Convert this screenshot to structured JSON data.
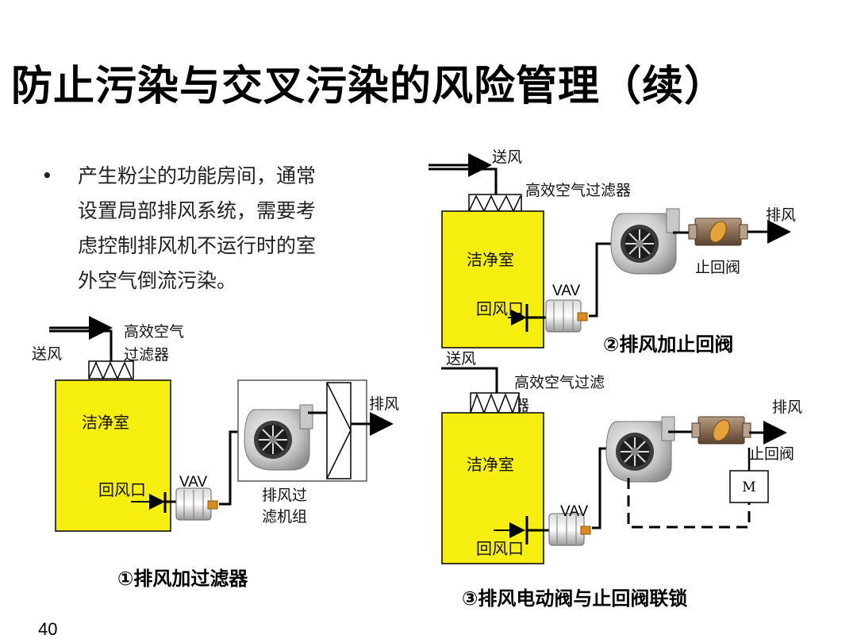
{
  "title": "防止污染与交叉污染的风险管理（续）",
  "bullet": {
    "marker": "•",
    "lines": [
      "产生粉尘的功能房间，通常",
      "设置局部排风系统，需要考",
      "虑控制排风机不运行时的室",
      "外空气倒流污染。"
    ]
  },
  "page_number": "40",
  "colors": {
    "clean_room": "#f5ee0f",
    "line": "#000000"
  },
  "diagram1": {
    "supply": "送风",
    "filter": [
      "高效空气",
      "过滤器"
    ],
    "room": "洁净室",
    "return": "回风口",
    "vav": "VAV",
    "exhaust": "排风",
    "unit": [
      "排风过",
      "滤机组"
    ],
    "caption": "①排风加过滤器"
  },
  "diagram2": {
    "supply": "送风",
    "filter": "高效空气过滤器",
    "room": "洁净室",
    "return": "回风口",
    "vav": "VAV",
    "exhaust": "排风",
    "check_valve": "止回阀",
    "caption": "②排风加止回阀"
  },
  "diagram3": {
    "supply": "送风",
    "filter": [
      "高效空气过滤",
      "器"
    ],
    "room": "洁净室",
    "return": "回风口",
    "vav": "VAV",
    "exhaust": "排风",
    "check_valve": "止回阀",
    "motor": "M",
    "caption": "③排风电动阀与止回阀联锁"
  }
}
